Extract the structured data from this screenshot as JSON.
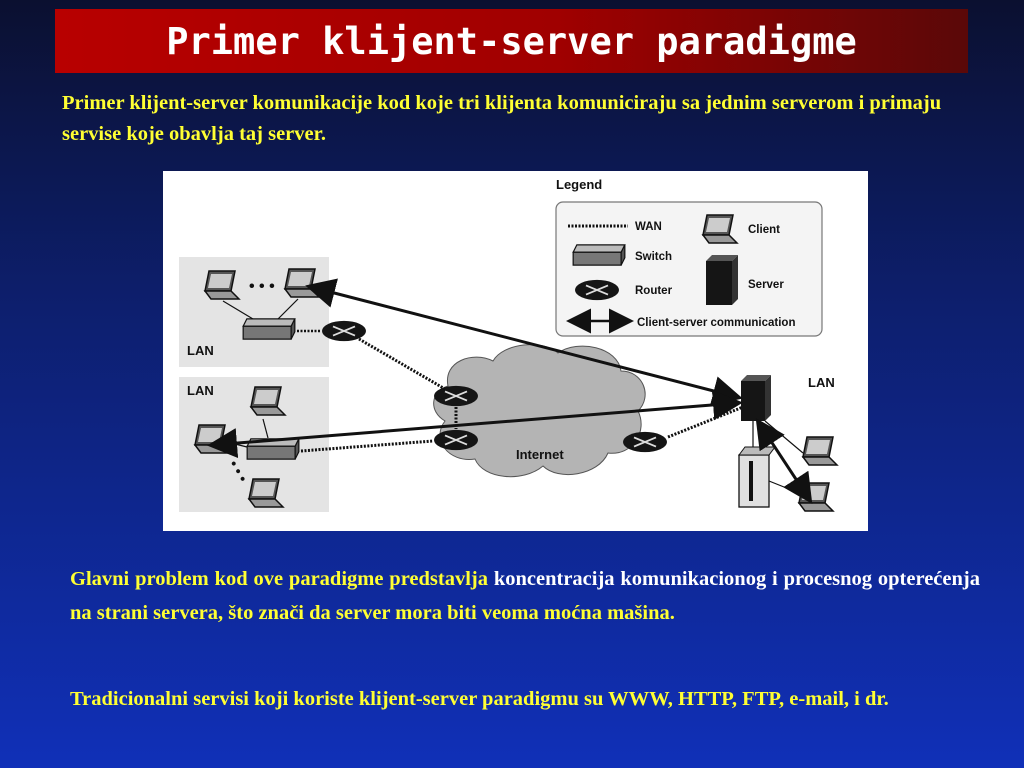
{
  "slide": {
    "title": "Primer klijent-server paradigme",
    "subtitle": "Primer klijent-server komunikacije kod koje tri klijenta komuniciraju sa jednim serverom i primaju servise koje obavlja taj server.",
    "para1": {
      "p1": "Glavni problem kod ove paradigme  predstavlja",
      "p2": " koncentracija komunikacionog i procesnog opterećenja",
      "p3": " na strani servera, što znači da server mora biti veoma moćna mašina."
    },
    "para2": "Tradicionalni servisi koji koriste klijent-server paradigmu su WWW, HTTP, FTP, e-mail, i dr."
  },
  "diagram": {
    "legend_title": "Legend",
    "legend_wan": "WAN",
    "legend_switch": "Switch",
    "legend_router": "Router",
    "legend_client": "Client",
    "legend_server": "Server",
    "legend_comm": "Client-server communication",
    "lan_top": "LAN",
    "lan_middle": "LAN",
    "lan_right": "LAN",
    "internet": "Internet"
  },
  "colors": {
    "title_bar": "#b80000",
    "highlight_text": "#ffff33",
    "body_text": "#ffffff"
  }
}
